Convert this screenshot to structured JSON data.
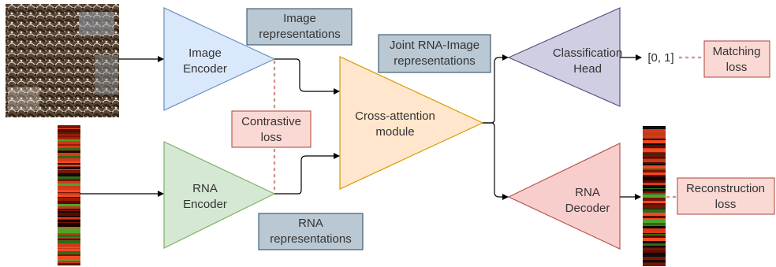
{
  "nodes": {
    "image_encoder": [
      "Image",
      "Encoder"
    ],
    "rna_encoder": [
      "RNA",
      "Encoder"
    ],
    "cross_attention": [
      "Cross-attention",
      "module"
    ],
    "classification_head": [
      "Classification",
      "Head"
    ],
    "rna_decoder": [
      "RNA",
      "Decoder"
    ]
  },
  "labels": {
    "image_representations": [
      "Image",
      "representations"
    ],
    "rna_representations": [
      "RNA",
      "representations"
    ],
    "joint_representations": [
      "Joint RNA-Image",
      "representations"
    ],
    "contrastive_loss": [
      "Contrastive",
      "loss"
    ],
    "matching_loss": [
      "Matching",
      "loss"
    ],
    "reconstruction_loss": [
      "Reconstruction",
      "loss"
    ],
    "classifier_output": "[0, 1]"
  },
  "colors": {
    "image_encoder_fill": "#dae8fc",
    "image_encoder_stroke": "#6c8ebf",
    "rna_encoder_fill": "#d5e8d4",
    "rna_encoder_stroke": "#82b366",
    "cross_attention_fill": "#ffe6cc",
    "cross_attention_stroke": "#d79b00",
    "classification_fill": "#d0cee2",
    "classification_stroke": "#56517e",
    "decoder_fill": "#f8cecc",
    "decoder_stroke": "#b85450",
    "representation_box_fill": "#bac8d3",
    "representation_box_stroke": "#23445d",
    "loss_box_fill": "#fad9d5",
    "loss_box_stroke": "#ae4132"
  }
}
